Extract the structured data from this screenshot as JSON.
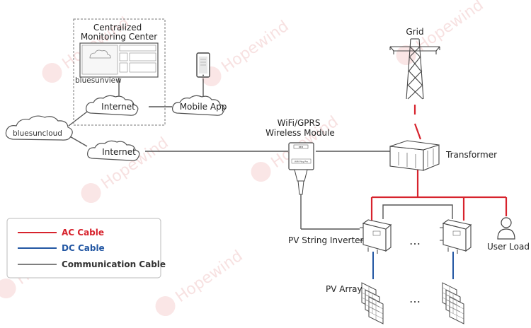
{
  "diagram": {
    "monitoring_center": "Centralized\nMonitoring Center",
    "monitoring_center_line1": "Centralized",
    "monitoring_center_line2": "Monitoring Center",
    "bluesunview": "bluesunview",
    "internet_top": "Internet",
    "mobile_app": "Mobile App",
    "bluesuncloud": "bluesuncloud",
    "internet_bottom": "Internet",
    "grid": "Grid",
    "wifi_line1": "WiFi/GPRS",
    "wifi_line2": "Wireless Module",
    "module_badge": "BEM",
    "module_face": "WiFi Plug Pro",
    "transformer": "Transformer",
    "inverter": "PV String Inverter",
    "user_load": "User Load",
    "pv_array": "PV Array",
    "ellipsis": "…"
  },
  "legend": {
    "ac": "AC Cable",
    "dc": "DC Cable",
    "comm": "Communication Cable"
  },
  "colors": {
    "ac": "#d7232d",
    "dc": "#2357a3",
    "comm": "#555555",
    "outline": "#555555",
    "watermark": "#f2caca"
  },
  "watermark": {
    "text": "Hopewind",
    "icon": "hopewind-logo-icon"
  }
}
